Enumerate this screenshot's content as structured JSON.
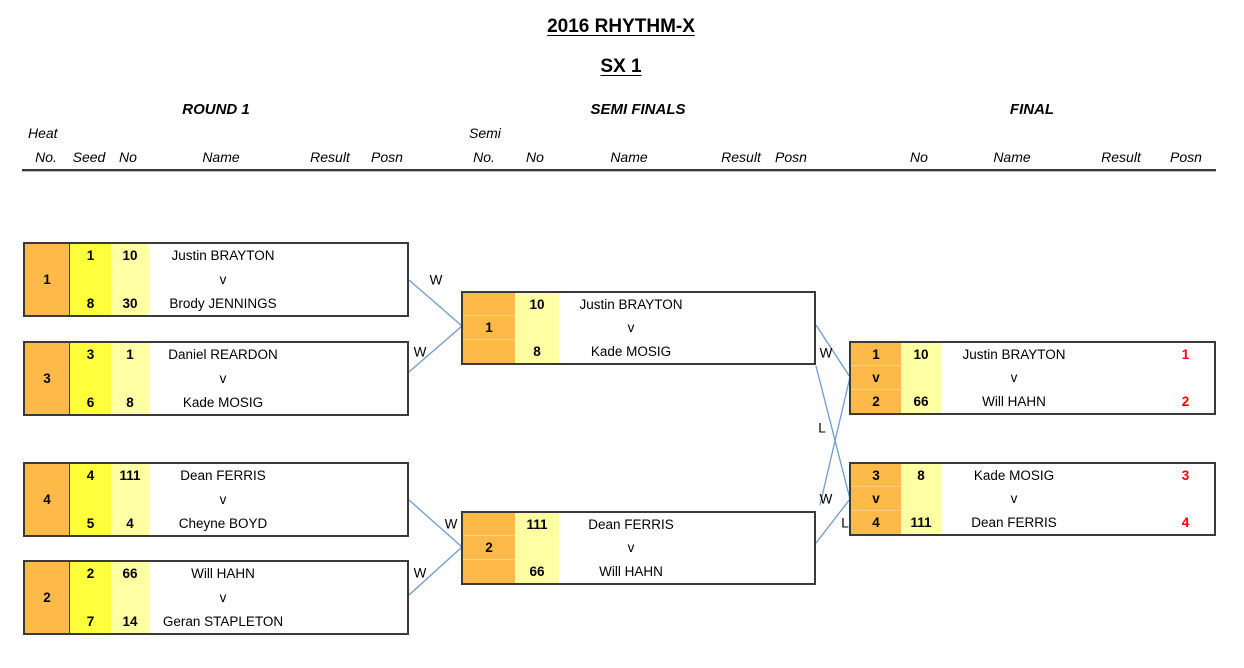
{
  "title": "2016 RHYTHM-X",
  "subtitle": "SX 1",
  "colors": {
    "orange": "#FDBA48",
    "yellow": "#FFFF3C",
    "lyellow": "#FFFFA3",
    "posn": "#FF0000",
    "connector": "#6F9BD1"
  },
  "sections": {
    "round1": "ROUND 1",
    "semis": "SEMI FINALS",
    "final": "FINAL"
  },
  "headers": {
    "round1": {
      "heat_top": "Heat",
      "no": "No.",
      "seed": "Seed",
      "rider_no": "No",
      "name": "Name",
      "result": "Result",
      "posn": "Posn"
    },
    "semis": {
      "semi_top": "Semi",
      "no": "No.",
      "rider_no": "No",
      "name": "Name",
      "result": "Result",
      "posn": "Posn"
    },
    "final": {
      "rider_no": "No",
      "name": "Name",
      "result": "Result",
      "posn": "Posn"
    }
  },
  "versus": "v",
  "round1": [
    {
      "heat": "1",
      "riders": [
        {
          "seed": "1",
          "no": "10",
          "name": "Justin BRAYTON",
          "result": "",
          "posn": ""
        },
        {
          "seed": "8",
          "no": "30",
          "name": "Brody JENNINGS",
          "result": "",
          "posn": ""
        }
      ]
    },
    {
      "heat": "3",
      "riders": [
        {
          "seed": "3",
          "no": "1",
          "name": "Daniel REARDON",
          "result": "",
          "posn": ""
        },
        {
          "seed": "6",
          "no": "8",
          "name": "Kade MOSIG",
          "result": "",
          "posn": ""
        }
      ]
    },
    {
      "heat": "4",
      "riders": [
        {
          "seed": "4",
          "no": "111",
          "name": "Dean FERRIS",
          "result": "",
          "posn": ""
        },
        {
          "seed": "5",
          "no": "4",
          "name": "Cheyne BOYD",
          "result": "",
          "posn": ""
        }
      ]
    },
    {
      "heat": "2",
      "riders": [
        {
          "seed": "2",
          "no": "66",
          "name": "Will HAHN",
          "result": "",
          "posn": ""
        },
        {
          "seed": "7",
          "no": "14",
          "name": "Geran STAPLETON",
          "result": "",
          "posn": ""
        }
      ]
    }
  ],
  "semis": [
    {
      "semi": "1",
      "riders": [
        {
          "no": "10",
          "name": "Justin BRAYTON",
          "result": "",
          "posn": ""
        },
        {
          "no": "8",
          "name": "Kade MOSIG",
          "result": "",
          "posn": ""
        }
      ]
    },
    {
      "semi": "2",
      "riders": [
        {
          "no": "111",
          "name": "Dean FERRIS",
          "result": "",
          "posn": ""
        },
        {
          "no": "66",
          "name": "Will HAHN",
          "result": "",
          "posn": ""
        }
      ]
    }
  ],
  "final": [
    {
      "riders": [
        {
          "slot": "1",
          "no": "10",
          "name": "Justin BRAYTON",
          "result": "",
          "posn": "1"
        },
        {
          "slot": "2",
          "no": "66",
          "name": "Will HAHN",
          "result": "",
          "posn": "2"
        }
      ]
    },
    {
      "riders": [
        {
          "slot": "3",
          "no": "8",
          "name": "Kade MOSIG",
          "result": "",
          "posn": "3"
        },
        {
          "slot": "4",
          "no": "111",
          "name": "Dean FERRIS",
          "result": "",
          "posn": "4"
        }
      ]
    }
  ],
  "connectors": {
    "round1_to_semis": [
      "W",
      "W",
      "W",
      "W"
    ],
    "semis_to_final": [
      "W",
      "L",
      "W",
      "L"
    ]
  }
}
